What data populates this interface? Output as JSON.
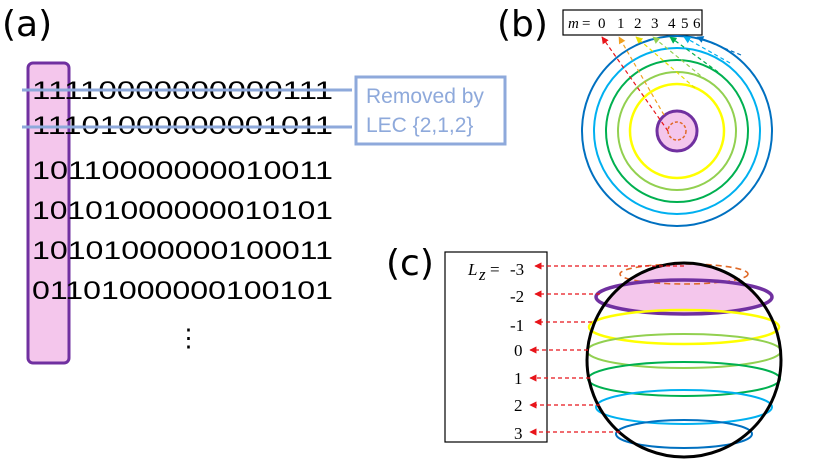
{
  "panels": {
    "a": "(a)",
    "b": "(b)",
    "c": "(c)"
  },
  "bitstrings": [
    "11110000000000111",
    "11101000000001011",
    "10110000000010011",
    "10101000000010101",
    "10101000000100011",
    "01101000000100101"
  ],
  "ellipsis": "⋮",
  "removed_note": {
    "line1": "Removed by",
    "line2": "LEC {2,1,2}"
  },
  "m_box": {
    "prefix": "m",
    "equals": "=",
    "values": [
      "0",
      "1",
      "2",
      "3",
      "4",
      "5",
      "6"
    ]
  },
  "lz_box": {
    "prefix": "L",
    "subscript": "z",
    "equals": "=",
    "values": [
      "-3",
      "-2",
      "-1",
      "0",
      "1",
      "2",
      "3"
    ]
  },
  "colors": {
    "purple": "#7030a0",
    "pink": "#f4c6ec",
    "pale_blue": "#8ea9db",
    "red": "#e8141a",
    "orange_dash": "#e06a28",
    "levels": [
      "#7030a0",
      "#ffff00",
      "#92d050",
      "#00b050",
      "#00b0f0",
      "#0070c0"
    ]
  }
}
